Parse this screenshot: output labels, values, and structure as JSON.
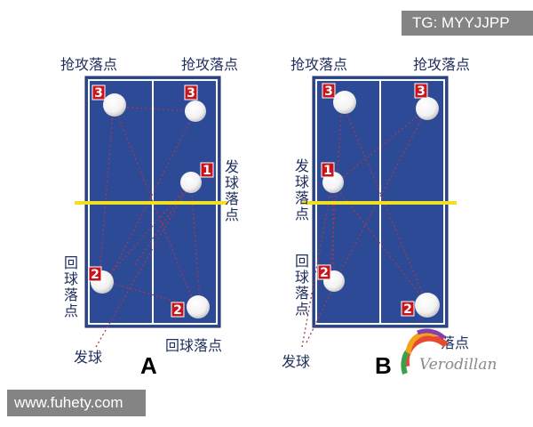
{
  "watermark_top": "TG: MYYJJPP",
  "watermark_bottom": "www.fuhety.com",
  "brand_text": "Verodillan",
  "colors": {
    "court": "#2d4a96",
    "court_line": "#ffffff",
    "net": "#f0e020",
    "marker": "#c8141a",
    "path": "#a23a4c",
    "label": "#1f2d5c"
  },
  "diagram_a": {
    "letter": "A",
    "labels": {
      "attack_left": "抢攻落点",
      "attack_right": "抢攻落点",
      "serve_landing": [
        "发",
        "球",
        "落",
        "点"
      ],
      "return_landing_vertical": [
        "回",
        "球",
        "落",
        "点"
      ],
      "return_landing": "回球落点",
      "serve": "发球"
    },
    "markers": [
      "3",
      "3",
      "1",
      "2",
      "2"
    ]
  },
  "diagram_b": {
    "letter": "B",
    "labels": {
      "attack_left": "抢攻落点",
      "attack_right": "抢攻落点",
      "serve_landing": [
        "发",
        "球",
        "落",
        "点"
      ],
      "return_landing_vertical": [
        "回",
        "球",
        "落",
        "点"
      ],
      "return_landing": "落点",
      "serve": "发球"
    },
    "markers": [
      "3",
      "3",
      "1",
      "2",
      "2"
    ]
  }
}
